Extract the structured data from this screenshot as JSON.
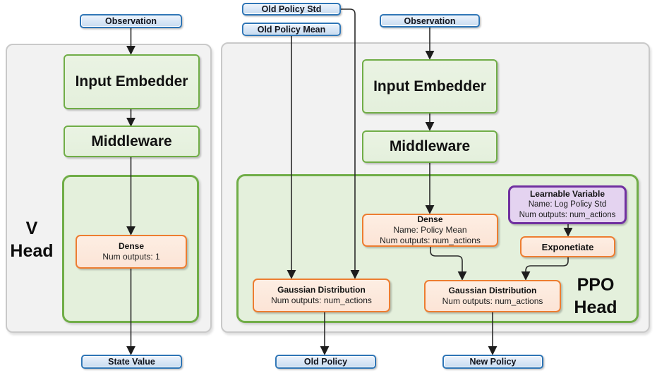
{
  "colors": {
    "blue-border": "#2E75B6",
    "green-border": "#70AD47",
    "orange-border": "#ED7D31",
    "purple-border": "#7030A0",
    "panel-fill": "#f2f2f2",
    "arrow": "#2b2b2b"
  },
  "v_branch": {
    "observation": "Observation",
    "input_embedder": "Input Embedder",
    "middleware": "Middleware",
    "head_line1": "V",
    "head_line2": "Head",
    "dense": {
      "title": "Dense",
      "line1": "Num outputs: 1"
    },
    "output": "State Value"
  },
  "ppo_branch": {
    "old_policy_std": "Old Policy Std",
    "old_policy_mean": "Old Policy Mean",
    "observation": "Observation",
    "input_embedder": "Input Embedder",
    "middleware": "Middleware",
    "head_line1": "PPO",
    "head_line2": "Head",
    "dense": {
      "title": "Dense",
      "line1": "Name: Policy Mean",
      "line2": "Num outputs: num_actions"
    },
    "learnable_variable": {
      "title": "Learnable Variable",
      "line1": "Name: Log Policy Std",
      "line2": "Num outputs: num_actions"
    },
    "exponetiate": "Exponetiate",
    "gaussian_old": {
      "title": "Gaussian Distribution",
      "line1": "Num outputs: num_actions"
    },
    "gaussian_new": {
      "title": "Gaussian Distribution",
      "line1": "Num outputs: num_actions"
    },
    "old_policy": "Old Policy",
    "new_policy": "New Policy"
  }
}
